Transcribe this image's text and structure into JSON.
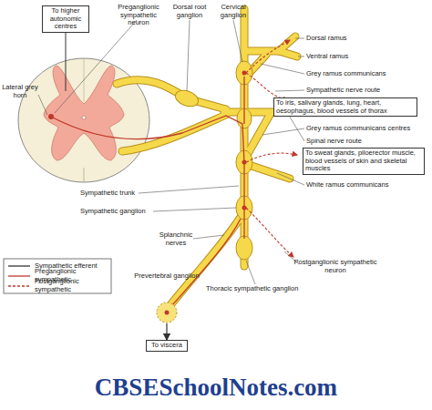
{
  "diagram": {
    "nodes": [
      {
        "text": [
          "To higher autonomic centres"
        ]
      },
      {
        "text": [
          "To iris, salivary glands, lung, heart, oesophagus, blood vessels of thorax"
        ]
      },
      {
        "text": [
          "To sweat glands, piloerector muscle, blood vessels of skin and skeletal muscles"
        ]
      },
      {
        "text": [
          "Prevertebral ganglion"
        ]
      },
      {
        "text": [
          "To viscera"
        ]
      }
    ],
    "edges": [
      {
        "from": 3,
        "to": 4,
        "arrow": "to"
      }
    ],
    "labels": [
      "Preganglionic sympathetic neuron",
      "Dorsal root ganglion",
      "Cervical ganglion",
      "Dorsal ramus",
      "Ventral ramus",
      "Grey ramus communicans",
      "Sympathetic nerve route",
      "Lateral grey horn",
      "Grey ramus communicans centres",
      "Spinal nerve route",
      "White ramus communicans",
      "Sympathetic trunk",
      "Sympathetic ganglion",
      "Splanchnic nerves",
      "Postganglionic sympathetic neuron",
      "Thoracic sympathetic ganglion",
      "CBSESchoolNotes.com"
    ],
    "legend": [
      {
        "text": "Sympathetic efferent"
      },
      {
        "text": "Preganglionic sympathetic"
      },
      {
        "text": "Postganglionic sympathetic"
      }
    ]
  }
}
